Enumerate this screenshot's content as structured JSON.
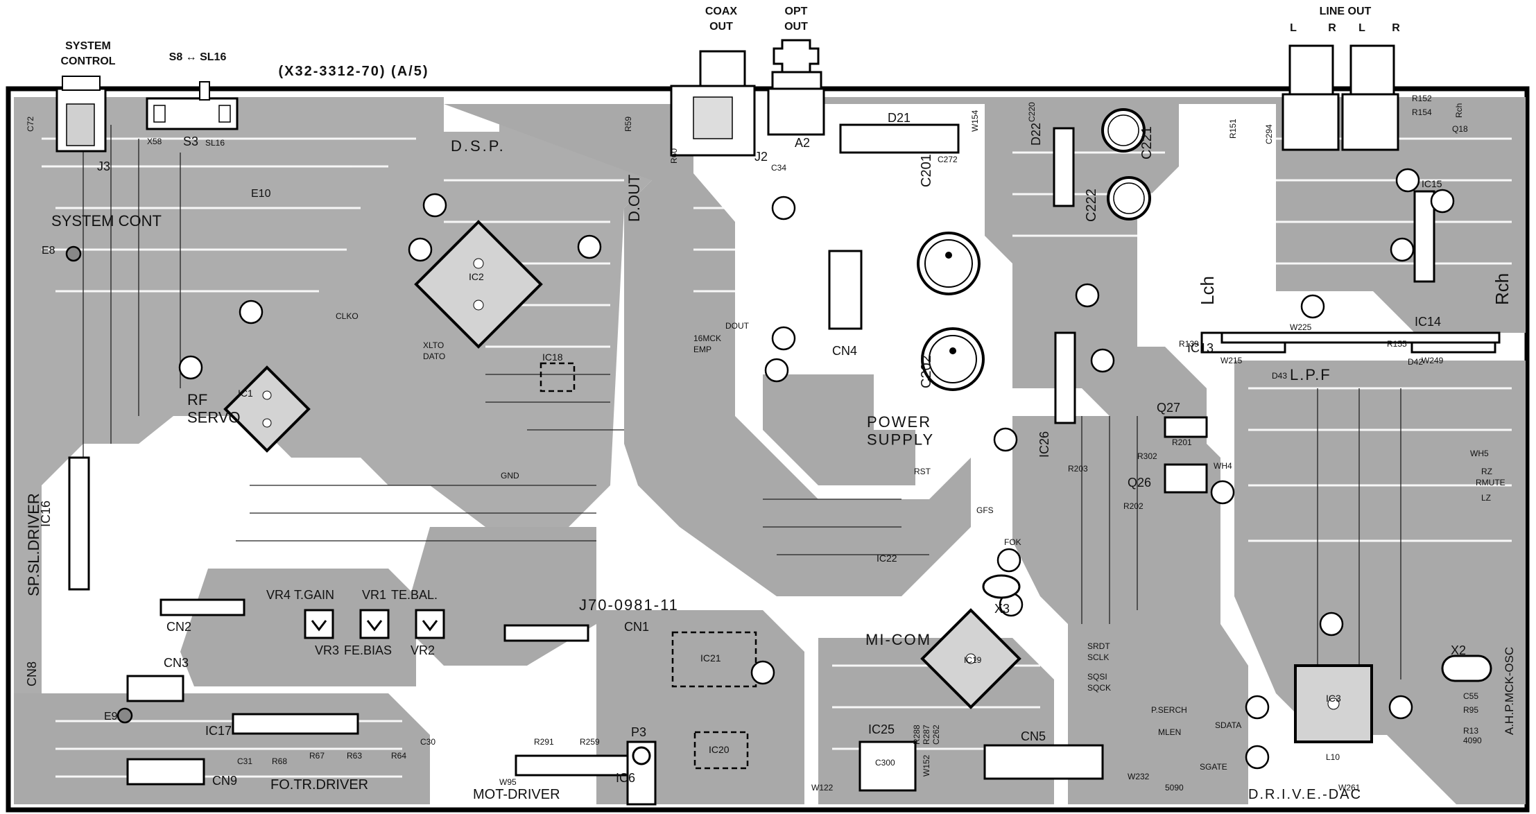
{
  "header": {
    "system_control": "SYSTEM\nCONTROL",
    "switch": "S8 ↔ SL16",
    "part_ref": "(X32-3312-70) (A/5)",
    "coax_out": "COAX\nOUT",
    "opt_out": "OPT\nOUT",
    "line_out": "LINE OUT",
    "l1": "L",
    "r1": "R",
    "l2": "L",
    "r2": "R"
  },
  "board": {
    "pcb_number": "J70-0981-11",
    "colors": {
      "copper": "#a9a9a9",
      "ink": "#111111",
      "board": "#ffffff"
    }
  },
  "blocks": {
    "system_cont": "SYSTEM  CONT",
    "dsp": "D.S.P.",
    "d_out": "D.OUT",
    "rf_servo": "RF\nSERVO",
    "power_supply": "POWER\nSUPPLY",
    "lch": "Lch",
    "rch": "Rch",
    "lpf": "L.P.F",
    "sp_sl_driver": "SP.SL.DRIVER",
    "mi_com": "MI-COM",
    "fo_tr_driver": "FO.TR.DRIVER",
    "mot_driver": "MOT-DRIVER",
    "drive_dac": "D.R.I.V.E.-DAC",
    "ahp_mck_osc": "A.H.P.MCK-OSC"
  },
  "ics": [
    {
      "id": "ic1",
      "label": "IC1"
    },
    {
      "id": "ic2",
      "label": "IC2"
    },
    {
      "id": "ic3",
      "label": "IC3"
    },
    {
      "id": "ic6",
      "label": "IC6"
    },
    {
      "id": "ic13",
      "label": "IC13"
    },
    {
      "id": "ic14",
      "label": "IC14"
    },
    {
      "id": "ic15",
      "label": "IC15"
    },
    {
      "id": "ic16",
      "label": "IC16"
    },
    {
      "id": "ic17",
      "label": "IC17"
    },
    {
      "id": "ic18",
      "label": "IC18"
    },
    {
      "id": "ic19",
      "label": "IC19"
    },
    {
      "id": "ic20",
      "label": "IC20"
    },
    {
      "id": "ic21",
      "label": "IC21"
    },
    {
      "id": "ic22",
      "label": "IC22"
    },
    {
      "id": "ic25",
      "label": "IC25"
    },
    {
      "id": "ic26",
      "label": "IC26"
    }
  ],
  "connectors": [
    {
      "id": "cn1",
      "label": "CN1"
    },
    {
      "id": "cn2",
      "label": "CN2"
    },
    {
      "id": "cn3",
      "label": "CN3"
    },
    {
      "id": "cn4",
      "label": "CN4"
    },
    {
      "id": "cn5",
      "label": "CN5"
    },
    {
      "id": "cn8",
      "label": "CN8"
    },
    {
      "id": "cn9",
      "label": "CN9"
    },
    {
      "id": "j3",
      "label": "J3"
    },
    {
      "id": "j2",
      "label": "J2"
    },
    {
      "id": "a2",
      "label": "A2"
    },
    {
      "id": "s3",
      "label": "S3"
    },
    {
      "id": "sl16",
      "label": "SL16"
    },
    {
      "id": "x58",
      "label": "X58"
    }
  ],
  "controls": {
    "vr4": "VR4",
    "t_gain": "T.GAIN",
    "vr1": "VR1",
    "te_bal": "TE.BAL.",
    "vr3": "VR3",
    "fe_bias": "FE.BIAS",
    "vr2": "VR2",
    "p3": "P3",
    "x2": "X2",
    "x3": "X3"
  },
  "parts": {
    "c201": "C201",
    "c202": "C202",
    "c221": "C221",
    "c222": "C222",
    "d21": "D21",
    "d22": "D22",
    "q27": "Q27",
    "q26": "Q26",
    "e8": "E8",
    "e9": "E9",
    "e10": "E10",
    "gnd": "GND",
    "p_serch": "P.SERCH",
    "mlen": "MLEN",
    "sdata": "SDATA",
    "sgate": "SGATE",
    "srdt": "SRDT",
    "sclk": "SCLK",
    "sqsi": "SQSI",
    "sqck": "SQCK",
    "fok": "FOK",
    "gfs": "GFS",
    "rst": "RST",
    "dout": "DOUT",
    "16mck": "16MCK",
    "emp": "EMP",
    "xlto": "XLTO",
    "dato": "DATO",
    "clko": "CLKO",
    "rmute": "RMUTE",
    "rz": "RZ",
    "lz": "LZ",
    "r139": "R139",
    "r155": "R155",
    "w215": "W215",
    "w249": "W249",
    "w225": "W225",
    "d43": "D43",
    "d42": "D42",
    "r302": "R302",
    "r201": "R201",
    "r203": "R203",
    "r202": "R202",
    "wh4": "WH4",
    "wh5": "WH5",
    "r152": "R152",
    "r154": "R154",
    "rch_r": "Rch",
    "q18": "Q18",
    "c294": "C294",
    "r151": "R151",
    "c272": "C272",
    "c220": "C220",
    "c34": "C34",
    "r59": "R59",
    "r60": "R60",
    "w154": "W154",
    "c72": "C72",
    "c30": "C30",
    "c31": "C31",
    "r68": "R68",
    "r67": "R67",
    "r63": "R63",
    "r64": "R64",
    "r291": "R291",
    "r259": "R259",
    "w95": "W95",
    "w122": "W122",
    "w152": "W152",
    "c300": "C300",
    "r288": "R288",
    "r287": "R287",
    "c262": "C262",
    "w232": "W232",
    "s090": "5090",
    "l10": "L10",
    "w261": "W261",
    "r13": "R13",
    "n4090": "4090",
    "r95": "R95",
    "c55": "C55"
  }
}
